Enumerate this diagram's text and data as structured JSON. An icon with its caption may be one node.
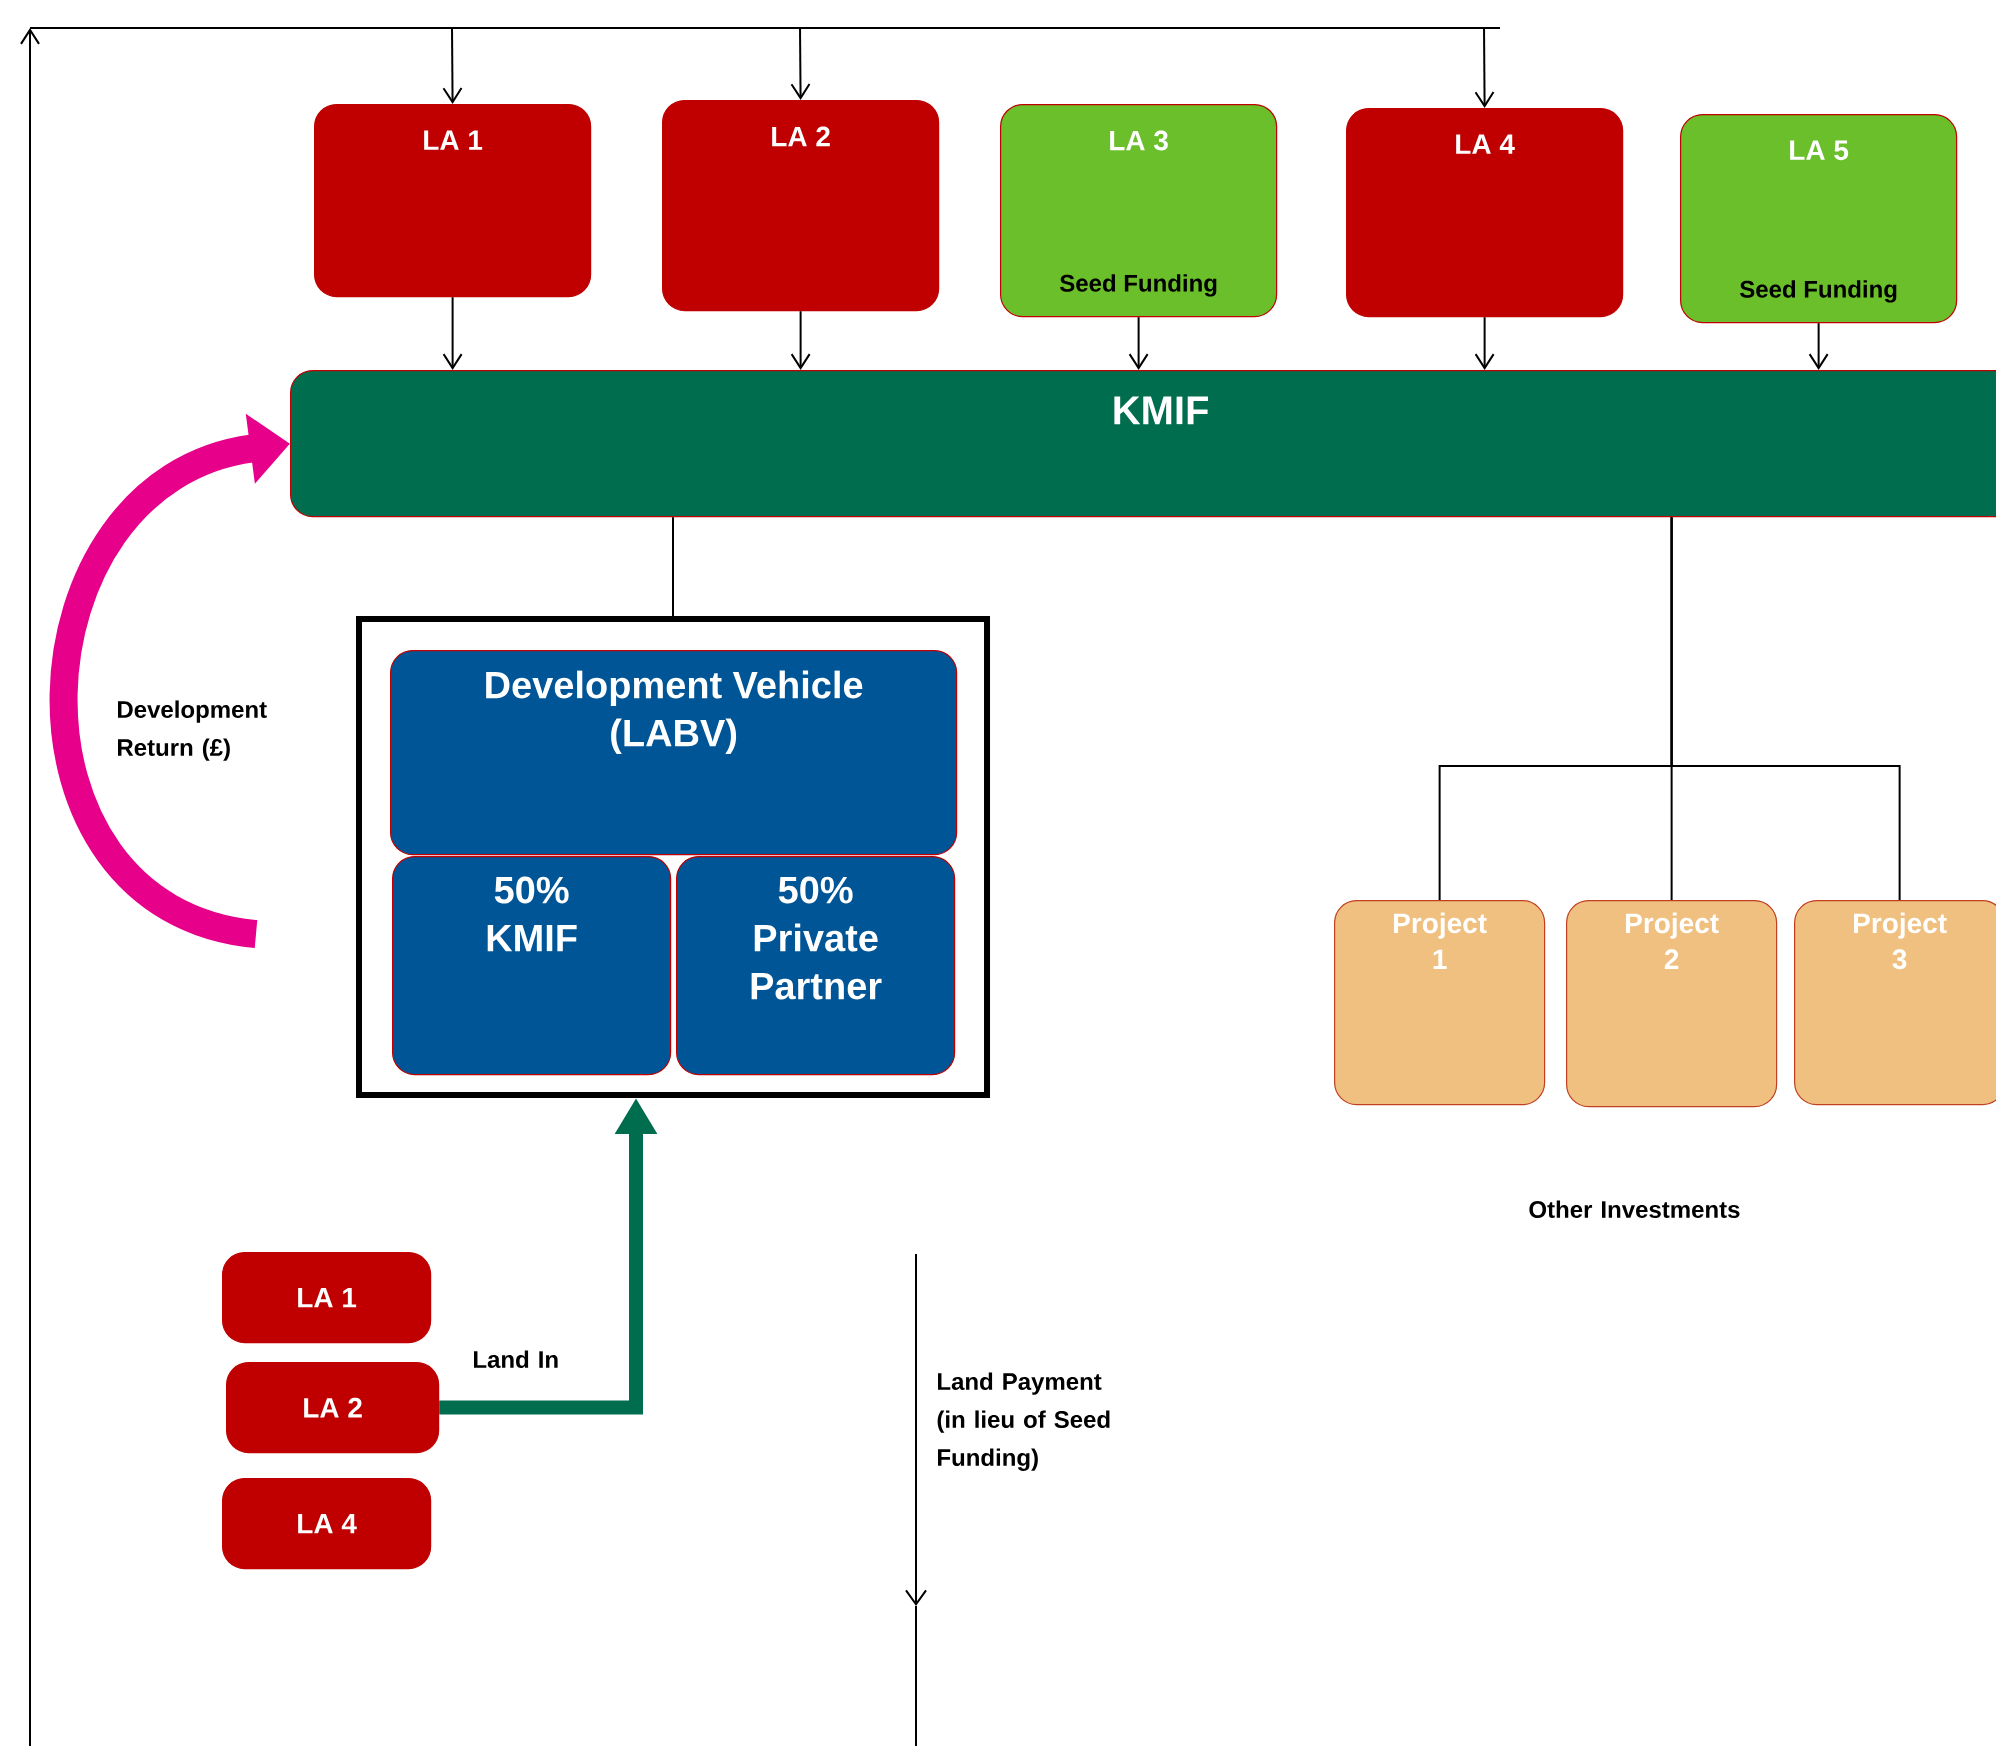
{
  "diagram": {
    "nodes": [
      {
        "text": [
          "LA 1"
        ]
      },
      {
        "text": [
          "LA 2"
        ]
      },
      {
        "text": [
          "LA 3",
          "Seed Funding"
        ]
      },
      {
        "text": [
          "LA 4"
        ]
      },
      {
        "text": [
          "LA 5",
          "Seed Funding"
        ]
      },
      {
        "text": [
          "KMIF"
        ]
      },
      {
        "text": [],
        "shape": "box"
      },
      {
        "text": [
          "Development Vehicle (LABV)"
        ],
        "in": 6
      },
      {
        "text": [
          "50% KMIF"
        ],
        "in": 6
      },
      {
        "text": [
          "50% Private Partner"
        ],
        "in": 6
      },
      {
        "text": [
          "Project 1"
        ]
      },
      {
        "text": [
          "Project 2"
        ]
      },
      {
        "text": [
          "Project 3"
        ]
      },
      {
        "text": [
          "LA 1"
        ]
      },
      {
        "text": [
          "LA 2"
        ]
      },
      {
        "text": [
          "LA 4"
        ]
      }
    ],
    "edges": [
      {
        "from": null,
        "to": 0,
        "arrow": "to"
      },
      {
        "from": null,
        "to": 1,
        "arrow": "to"
      },
      {
        "from": null,
        "to": 3,
        "arrow": "to"
      },
      {
        "from": 0,
        "to": 5,
        "arrow": "to"
      },
      {
        "from": 1,
        "to": 5,
        "arrow": "to"
      },
      {
        "from": 2,
        "to": 5,
        "arrow": "to"
      },
      {
        "from": 3,
        "to": 5,
        "arrow": "to"
      },
      {
        "from": 4,
        "to": 5,
        "arrow": "to"
      },
      {
        "from": 5,
        "to": 6,
        "arrow": "none"
      },
      {
        "from": 5,
        "to": 10,
        "arrow": "none"
      },
      {
        "from": 5,
        "to": 11,
        "arrow": "none"
      },
      {
        "from": 5,
        "to": 12,
        "arrow": "none"
      },
      {
        "from": null,
        "to": 5,
        "arrow": "to",
        "label": "Development Return (£)",
        "style": "thick",
        "color": "#e6008a"
      },
      {
        "from": 14,
        "to": 6,
        "arrow": "to",
        "label": "Land In",
        "style": "thick",
        "color": "#006e4e"
      }
    ],
    "labels": [
      "Land Payment (in lieu of Seed Funding)",
      "Other Investments"
    ]
  }
}
